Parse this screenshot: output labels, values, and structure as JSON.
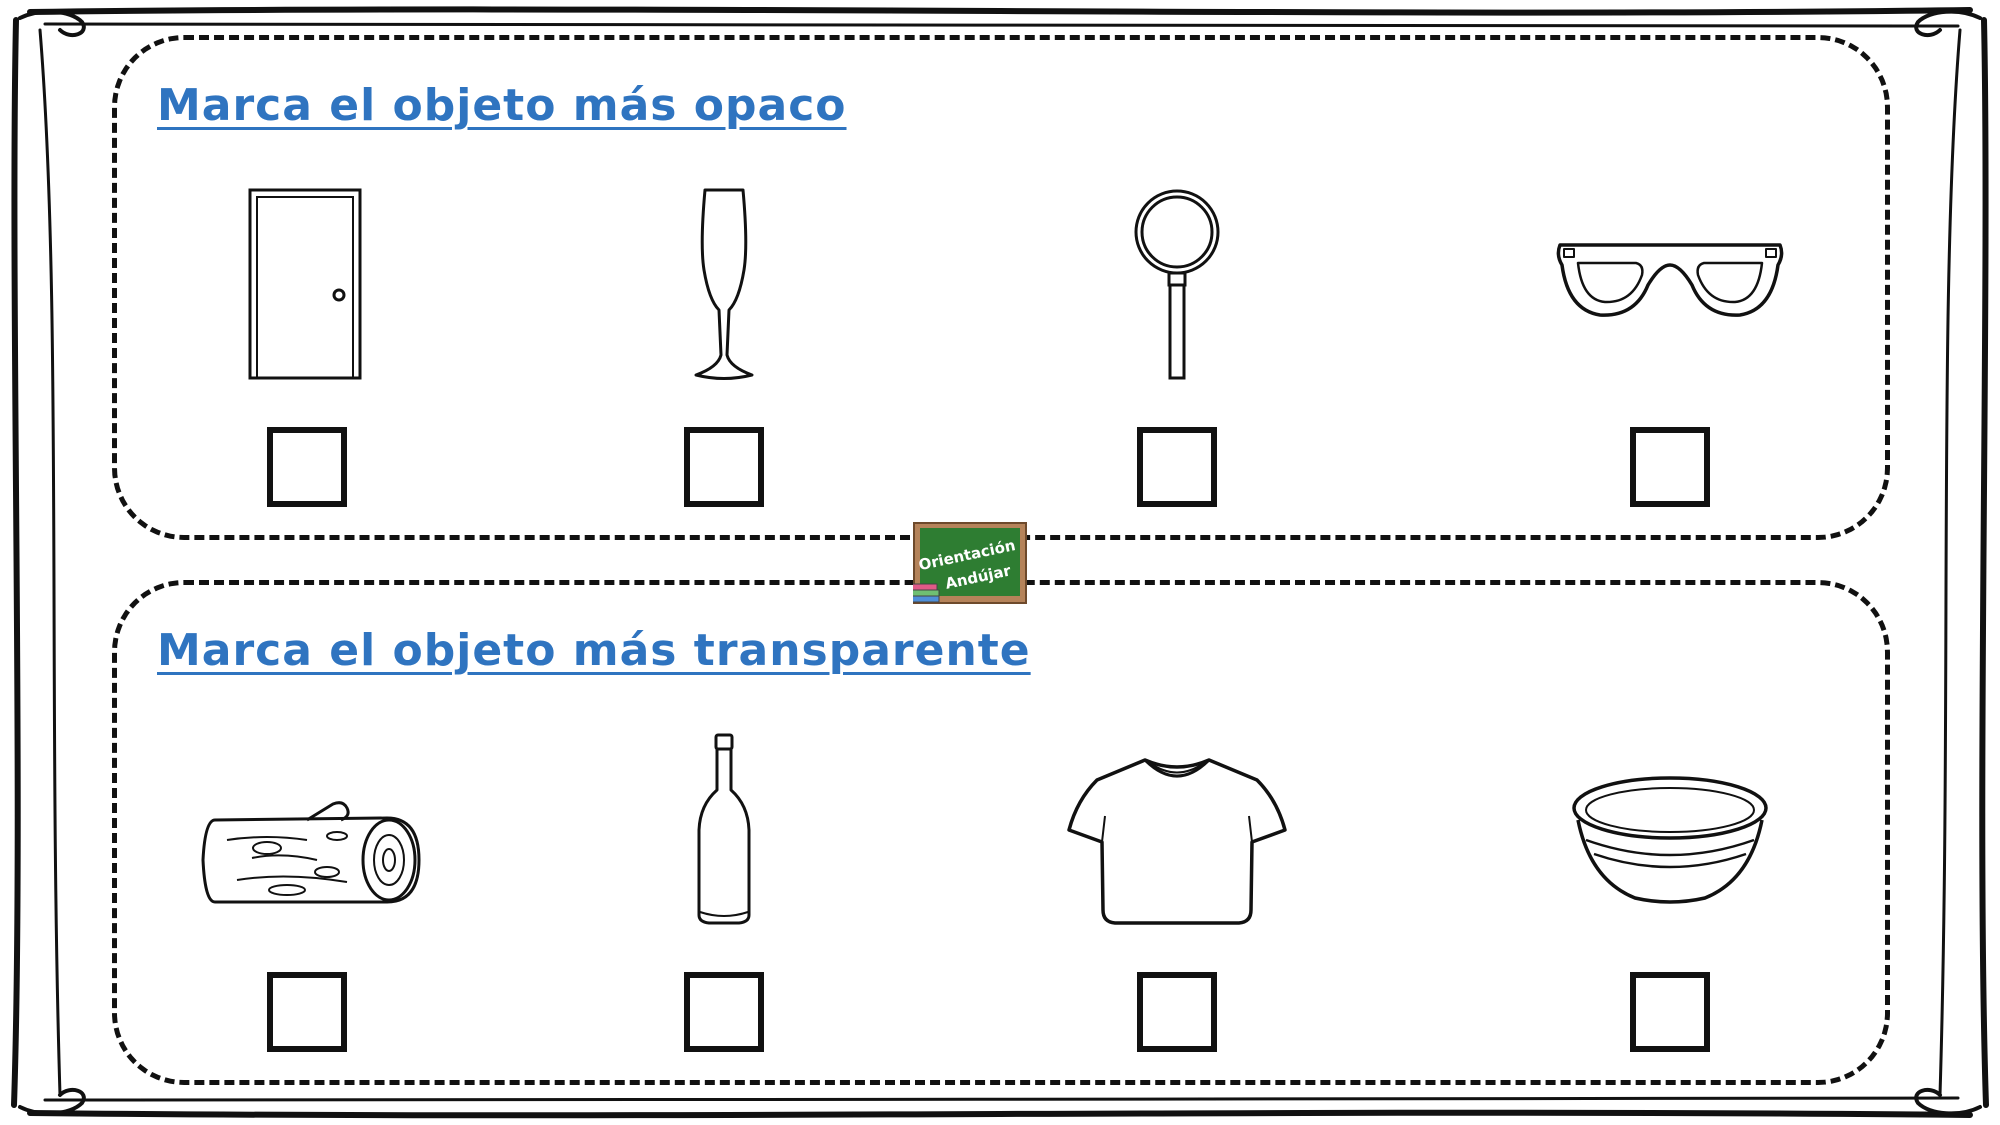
{
  "sections": [
    {
      "heading": "Marca el objeto más opaco",
      "items": [
        {
          "icon": "door-icon"
        },
        {
          "icon": "champagne-glass-icon"
        },
        {
          "icon": "magnifying-glass-icon"
        },
        {
          "icon": "glasses-icon"
        }
      ]
    },
    {
      "heading": "Marca el objeto más transparente",
      "items": [
        {
          "icon": "wood-log-icon"
        },
        {
          "icon": "bottle-icon"
        },
        {
          "icon": "t-shirt-icon"
        },
        {
          "icon": "bowl-icon"
        }
      ]
    }
  ],
  "logo": {
    "line1": "Orientación",
    "line2": "Andújar",
    "board_color": "#2e7d32",
    "frame_color": "#b5835a"
  },
  "colors": {
    "heading": "#2f74c0",
    "ink": "#111111"
  }
}
